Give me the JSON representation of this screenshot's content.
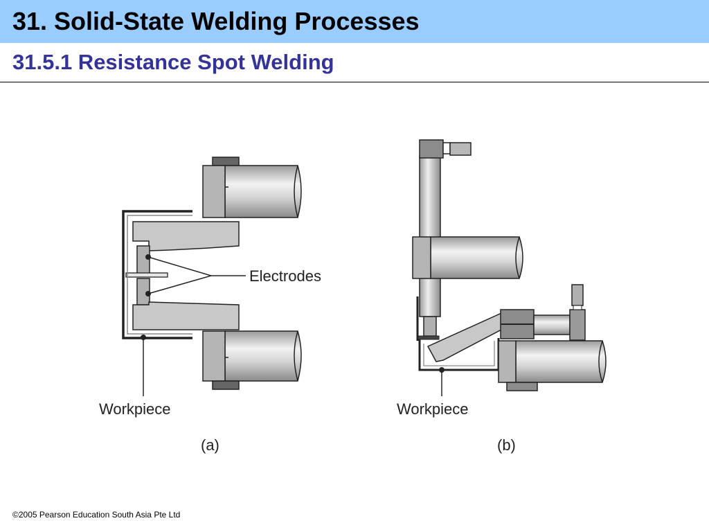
{
  "header": {
    "title": "31. Solid-State Welding Processes",
    "subtitle": "31.5.1 Resistance Spot Welding"
  },
  "diagram": {
    "label_electrodes": "Electrodes",
    "label_workpiece_a": "Workpiece",
    "label_workpiece_b": "Workpiece",
    "caption_a": "(a)",
    "caption_b": "(b)"
  },
  "footer": {
    "copyright": "©2005 Pearson Education South Asia Pte Ltd"
  },
  "colors": {
    "title_bar": "#99ccff",
    "subtitle_text": "#333399",
    "machine_gray": "#c8c8c8",
    "machine_dark": "#555555"
  }
}
